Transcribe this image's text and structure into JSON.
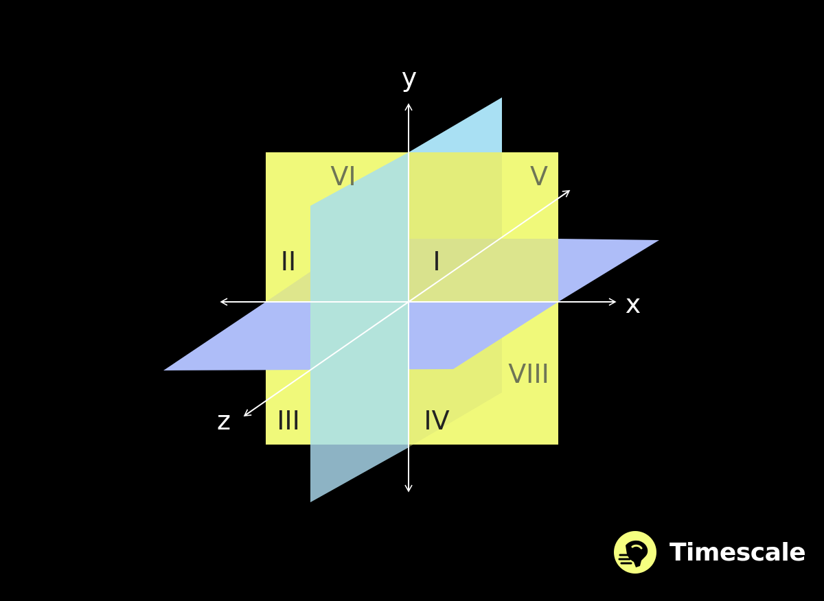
{
  "axes": {
    "x_label": "x",
    "y_label": "y",
    "z_label": "z"
  },
  "octants": {
    "I": "I",
    "II": "II",
    "III": "III",
    "IV": "IV",
    "V": "V",
    "VI": "VI",
    "VIII": "VIII"
  },
  "brand": {
    "name": "Timescale",
    "logo_color": "#F5FF80"
  },
  "colors": {
    "background": "#000000",
    "xy_plane": "#F0F97A",
    "yz_plane": "#A9E0F3",
    "xz_plane": "#AEBDF8",
    "axis": "#FFFFFF"
  }
}
